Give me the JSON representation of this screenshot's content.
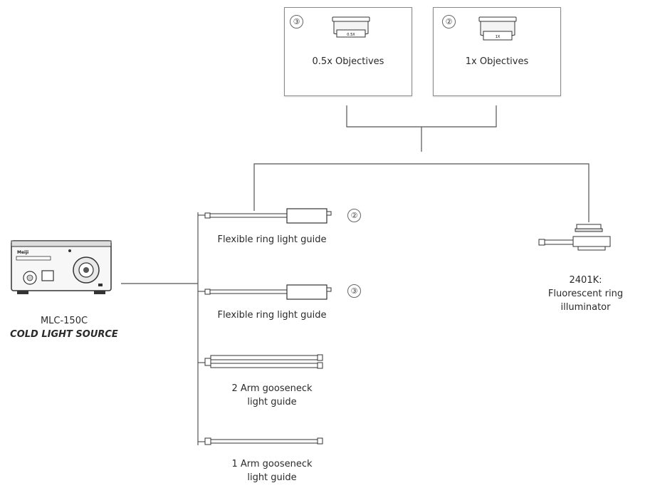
{
  "objectives": [
    {
      "number": "③",
      "label": "0.5x Objectives",
      "lens_text": "0.5X"
    },
    {
      "number": "②",
      "label": "1x Objectives",
      "lens_text": "1X"
    }
  ],
  "light_source": {
    "model": "MLC-150C",
    "name": "COLD LIGHT SOURCE",
    "panel_brand": "Meiji"
  },
  "guides": [
    {
      "number": "②",
      "label": "Flexible ring light guide"
    },
    {
      "number": "③",
      "label": "Flexible ring light guide"
    },
    {
      "label_line1": "2 Arm gooseneck",
      "label_line2": "light guide"
    },
    {
      "label_line1": "1 Arm gooseneck",
      "label_line2": "light guide"
    }
  ],
  "illuminator": {
    "line1": "2401K:",
    "line2": "Fluorescent ring illuminator"
  },
  "colors": {
    "line": "#555555",
    "box_border": "#8a8a8a"
  }
}
